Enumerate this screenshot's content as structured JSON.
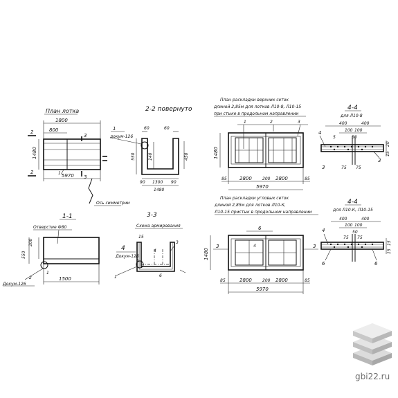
{
  "views": {
    "plan": {
      "title": "План лотка",
      "dims": {
        "total": "5970",
        "span": "1800",
        "inner": "800",
        "width": "1480"
      },
      "section_marks": {
        "a": "2",
        "b": "3",
        "c": "1"
      }
    },
    "section_2_2": {
      "title": "2-2 повернуто",
      "part_label": "докум-126",
      "part_no": "1",
      "dims": {
        "d60a": "60",
        "d60b": "60",
        "d140": "140",
        "d550": "550",
        "d450": "450",
        "d90a": "90",
        "d1300": "1300",
        "d90b": "90",
        "d1480": "1480"
      }
    },
    "axis_label": "Ось симметрии",
    "section_1_1": {
      "title": "1-1",
      "hole_label": "Отверстие Ф80",
      "dims": {
        "d200": "200",
        "d550": "550",
        "d1500": "1500"
      },
      "marks": {
        "m1": "1",
        "m2": "2"
      },
      "part_label": "Докум-126"
    },
    "section_3_3": {
      "title": "3-3",
      "subtitle": "Схема армирования",
      "part_label": "Докум-126",
      "marks": {
        "m15": "15",
        "m3": "3",
        "m4a": "4",
        "m4b": "4",
        "m1": "1",
        "m6": "6"
      }
    },
    "plan_top_mesh": {
      "title_lines": [
        "План раскладки верхних сеток",
        "длиной 2,85м для лотков Л10-8, Л10-15",
        "при стыке в продольном направлении"
      ],
      "dims": {
        "w": "1480",
        "a": "85",
        "b": "2800",
        "c": "200",
        "d": "2800",
        "e": "85",
        "total": "5970"
      },
      "marks": {
        "m1": "1",
        "m2": "2",
        "m3": "3"
      }
    },
    "plan_corner_mesh": {
      "title_lines": [
        "План раскладки угловых сеток",
        "длиной 2,85м для лотков Л10-К,",
        "Л10-15 пристык в продольном направлении"
      ],
      "dims": {
        "w": "1480",
        "a": "85",
        "b": "2800",
        "c": "200",
        "d": "2800",
        "e": "85",
        "total": "5970"
      },
      "marks": {
        "m3a": "3",
        "m3b": "3",
        "m6": "6",
        "m4": "4"
      }
    },
    "section_4_4_a": {
      "title": "4-4",
      "subtitle": "для Л10-8",
      "dims": {
        "d400a": "400",
        "d400b": "400",
        "d100a": "100",
        "d100b": "100",
        "d50": "50",
        "d75a": "75",
        "d75b": "75",
        "d20": "20",
        "d15": "15"
      },
      "marks": {
        "m4": "4",
        "m5": "5",
        "m3a": "3",
        "m3b": "3"
      }
    },
    "section_4_4_b": {
      "title": "4-4",
      "subtitle": "для Л10-К, Л10-15",
      "dims": {
        "d400a": "400",
        "d400b": "400",
        "d100a": "100",
        "d100b": "100",
        "d50": "50",
        "d75a": "75",
        "d75b": "75",
        "d15a": "15",
        "d15b": "15"
      },
      "marks": {
        "m4": "4",
        "m6a": "6",
        "m6b": "6"
      }
    }
  },
  "watermark": {
    "text": "gbi22.ru",
    "icon": "stacked-slabs-logo-icon"
  }
}
